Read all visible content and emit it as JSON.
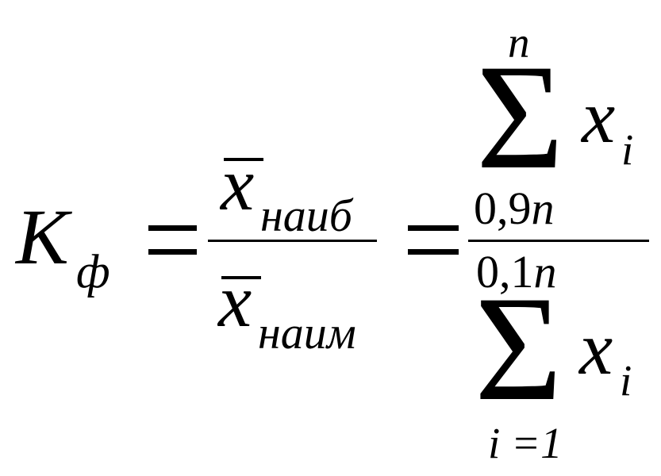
{
  "formula": {
    "lhs": {
      "symbol": "K",
      "subscript": "ф"
    },
    "equals": "=",
    "fraction1": {
      "numerator": {
        "symbol": "x",
        "subscript": "наиб"
      },
      "denominator": {
        "symbol": "x",
        "subscript": "наим"
      }
    },
    "fraction2": {
      "numerator": {
        "sum_sign": "Σ",
        "upper": "n",
        "lower": "0,9",
        "lower_var": "n",
        "term": "x",
        "term_sub": "i"
      },
      "denominator": {
        "sum_sign": "Σ",
        "upper": "0,1",
        "upper_var": "n",
        "lower": "i =1",
        "term": "x",
        "term_sub": "i"
      }
    }
  }
}
